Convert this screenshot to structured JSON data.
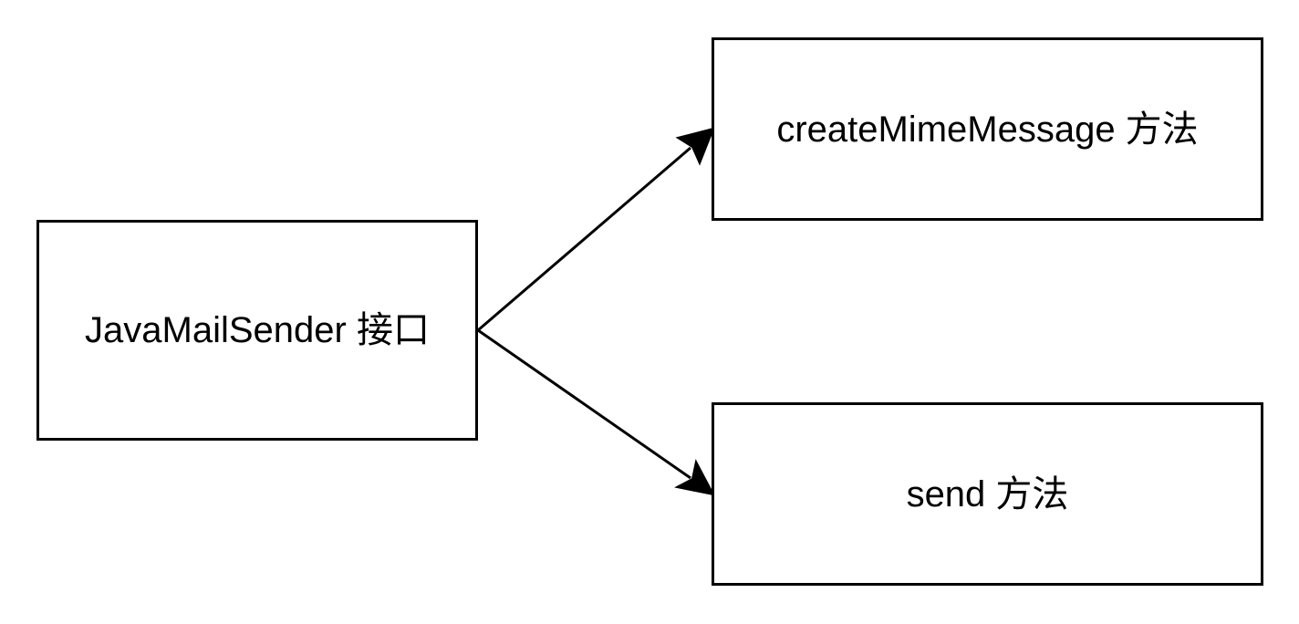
{
  "diagram": {
    "nodes": {
      "source": {
        "label": "JavaMailSender 接口"
      },
      "create_mime_message": {
        "label": "createMimeMessage 方法"
      },
      "send": {
        "label": "send 方法"
      }
    },
    "edges": [
      {
        "from": "JavaMailSender 接口",
        "to": "createMimeMessage 方法"
      },
      {
        "from": "JavaMailSender 接口",
        "to": "send 方法"
      }
    ],
    "colors": {
      "stroke": "#000000",
      "fill": "#ffffff",
      "text": "#000000"
    }
  }
}
